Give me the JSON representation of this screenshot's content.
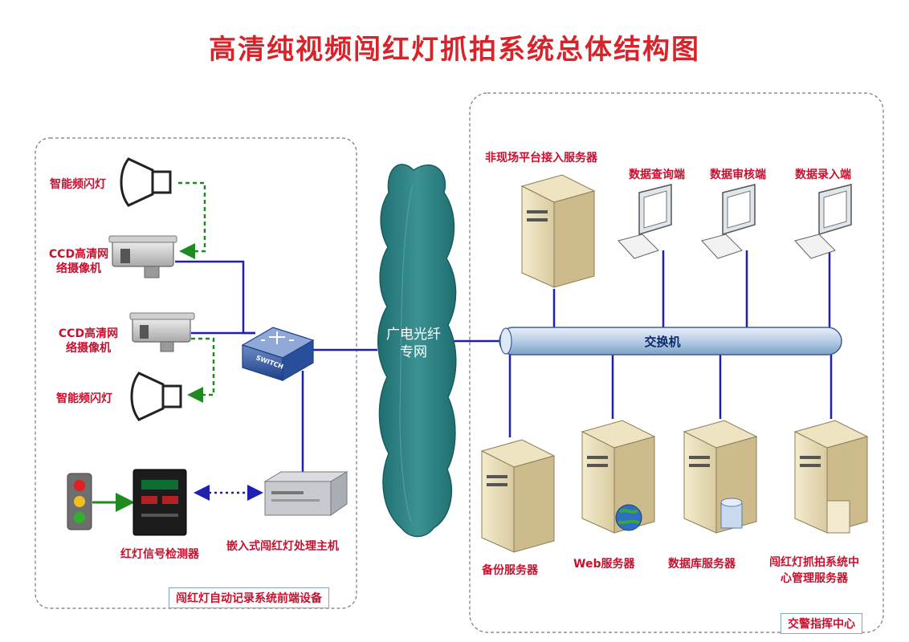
{
  "title": "高清纯视频闯红灯抓拍系统总体结构图",
  "front_end": {
    "group_label": "闯红灯自动记录系统前端设备",
    "flash_lamp_top": "智能频闪灯",
    "camera_top": [
      "CCD高清网",
      "络摄像机"
    ],
    "camera_bottom": [
      "CCD高清网",
      "络摄像机"
    ],
    "flash_lamp_bottom": "智能频闪灯",
    "switch_icon_text": "SWITCH",
    "signal_detector": "红灯信号检测器",
    "processor_host": "嵌入式闯红灯处理主机"
  },
  "network": {
    "cloud_label": [
      "广电光纤",
      "专网"
    ]
  },
  "center": {
    "group_label": "交警指挥中心",
    "access_server": "非现场平台接入服务器",
    "terminals": [
      "数据查询端",
      "数据审核端",
      "数据录入端"
    ],
    "switch_label": "交换机",
    "servers": [
      "备份服务器",
      "Web服务器",
      "数据库服务器"
    ],
    "mgmt_server": [
      "闯红灯抓拍系统中",
      "心管理服务器"
    ]
  },
  "colors": {
    "title": "#d8232a",
    "label": "#c8102e",
    "link": "#1f1fb0",
    "signal_link": "#1f8a1f",
    "cloud": "#2f7f80",
    "switch_bar": "#b7cde6"
  }
}
